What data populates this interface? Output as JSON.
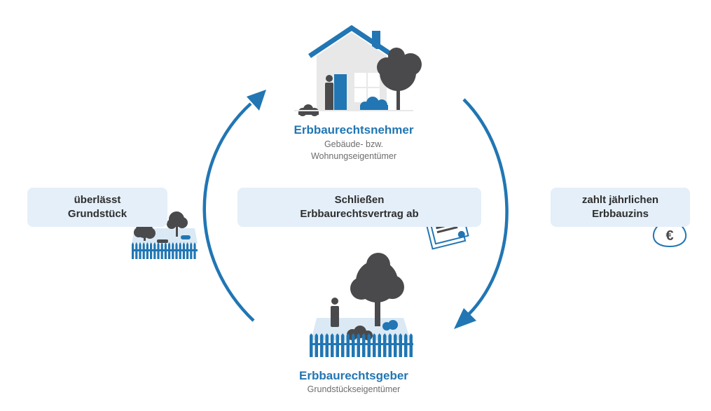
{
  "top": {
    "title": "Erbbaurechtsnehmer",
    "subtitle_line1": "Gebäude- bzw.",
    "subtitle_line2": "Wohnungseigentümer"
  },
  "bottom": {
    "title": "Erbbaurechtsgeber",
    "subtitle": "Grundstückseigentümer"
  },
  "left_box": {
    "line1": "überlässt",
    "line2": "Grundstück"
  },
  "center_box": {
    "line1": "Schließen",
    "line2": "Erbbaurechtsvertrag ab"
  },
  "right_box": {
    "line1": "zahlt jährlichen",
    "line2": "Erbbauzins"
  },
  "icons": {
    "money_bag_symbol": "€"
  },
  "colors": {
    "accent_blue": "#2176b3",
    "dark_gray": "#4a4a4c",
    "light_box": "#e4eff9"
  }
}
